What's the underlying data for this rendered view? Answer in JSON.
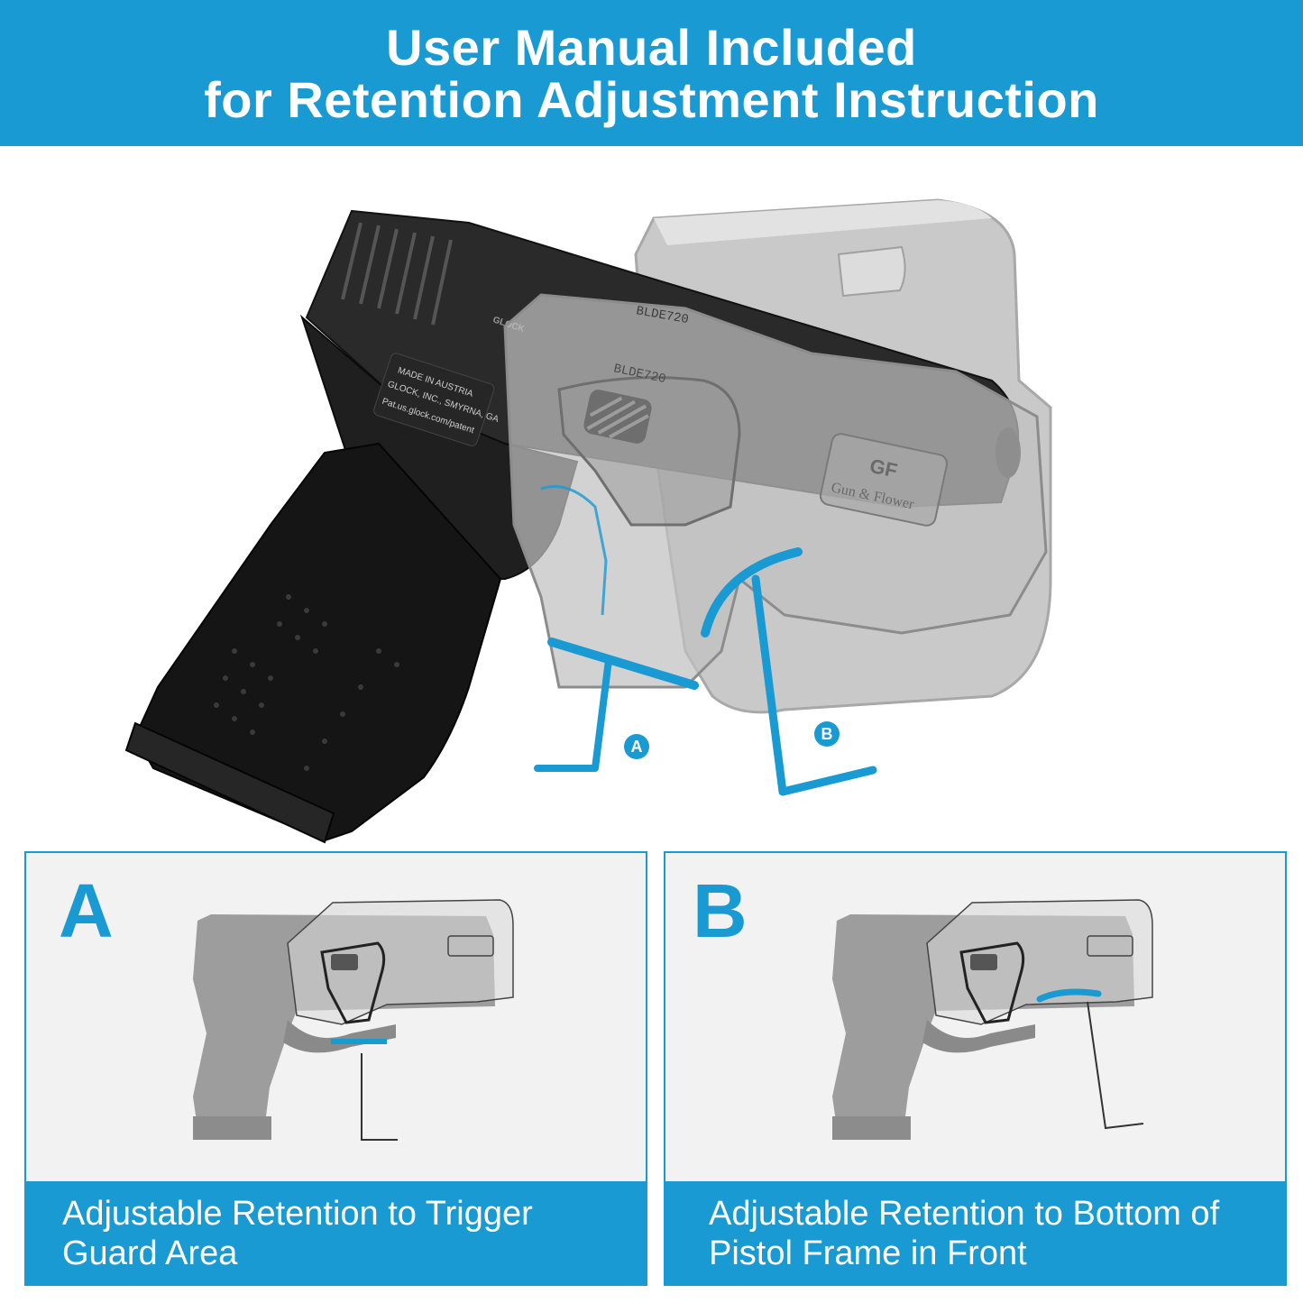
{
  "header": {
    "line1": "User Manual Included",
    "line2": "for Retention Adjustment Instruction"
  },
  "hero": {
    "callout_a": "A",
    "callout_b": "B",
    "slide_engraving": "BLDE720",
    "holster_engraving": "BLDE720",
    "frame_text_1": "MADE IN AUSTRIA",
    "frame_text_2": "GLOCK, INC., SMYRNA, GA",
    "frame_text_3": "Pat.us.glock.com/patent",
    "slide_marking": "GLOCK",
    "holster_badge_logo": "GF",
    "holster_badge_brand": "Gun & Flower"
  },
  "panels": [
    {
      "letter": "A",
      "caption": "Adjustable Retention to Trigger Guard Area"
    },
    {
      "letter": "B",
      "caption": "Adjustable Retention to Bottom of Pistol Frame in Front"
    }
  ],
  "colors": {
    "accent": "#1a9ad2",
    "panel_bg": "#f2f2f2",
    "pistol": "#1c1c1c",
    "holster": "#b8b8b8"
  }
}
